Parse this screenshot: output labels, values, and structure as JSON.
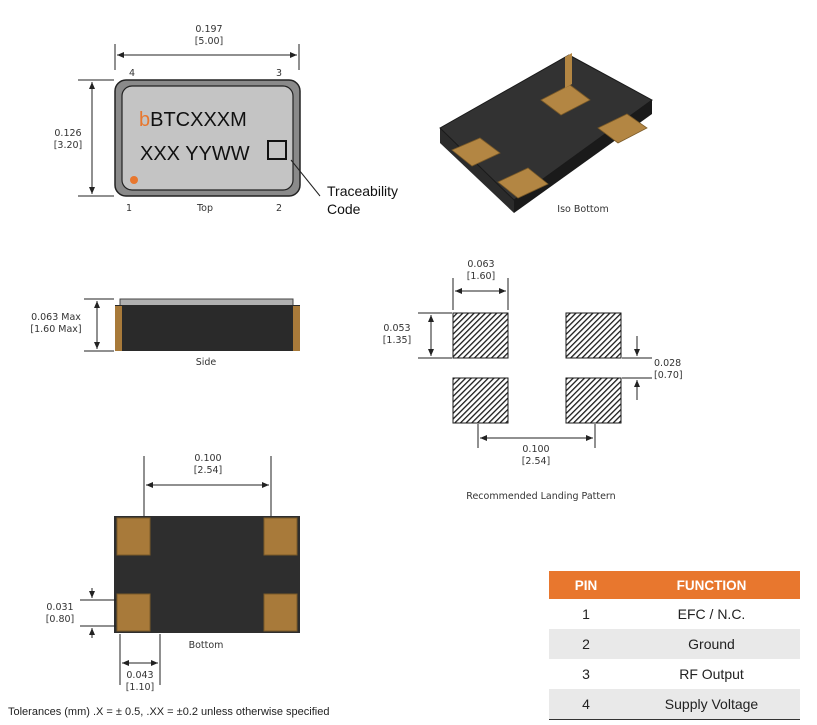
{
  "top_view": {
    "width_in": "0.197",
    "width_mm": "[5.00]",
    "height_in": "0.126",
    "height_mm": "[3.20]",
    "pin4": "4",
    "pin3": "3",
    "pin1": "1",
    "pin2": "2",
    "marking_prefix": "b",
    "marking_line1": "BTCXXXM",
    "marking_line2": "XXX YYWW",
    "caption": "Top",
    "traceability_line1": "Traceability",
    "traceability_line2": "Code"
  },
  "iso_view": {
    "caption": "Iso Bottom"
  },
  "side_view": {
    "height_in": "0.063 Max",
    "height_mm": "[1.60 Max]",
    "caption": "Side"
  },
  "bottom_view": {
    "pitch_in": "0.100",
    "pitch_mm": "[2.54]",
    "pad_h_in": "0.031",
    "pad_h_mm": "[0.80]",
    "pad_w_in": "0.043",
    "pad_w_mm": "[1.10]",
    "caption": "Bottom"
  },
  "landing": {
    "pad_w_in": "0.063",
    "pad_w_mm": "[1.60]",
    "pad_h_in": "0.053",
    "pad_h_mm": "[1.35]",
    "gap_in": "0.028",
    "gap_mm": "[0.70]",
    "pitch_in": "0.100",
    "pitch_mm": "[2.54]",
    "caption": "Recommended Landing Pattern"
  },
  "tolerance_note": "Tolerances (mm) .X = ± 0.5, .XX = ±0.2 unless otherwise specified",
  "pin_table": {
    "header_pin": "PIN",
    "header_function": "FUNCTION",
    "rows": [
      {
        "pin": "1",
        "function": "EFC / N.C."
      },
      {
        "pin": "2",
        "function": "Ground"
      },
      {
        "pin": "3",
        "function": "RF Output"
      },
      {
        "pin": "4",
        "function": "Supply Voltage"
      }
    ]
  },
  "colors": {
    "accent": "#e8772e",
    "pad": "#a87a3a",
    "body": "#2a2a2a",
    "lid": "#c0c0c0"
  }
}
